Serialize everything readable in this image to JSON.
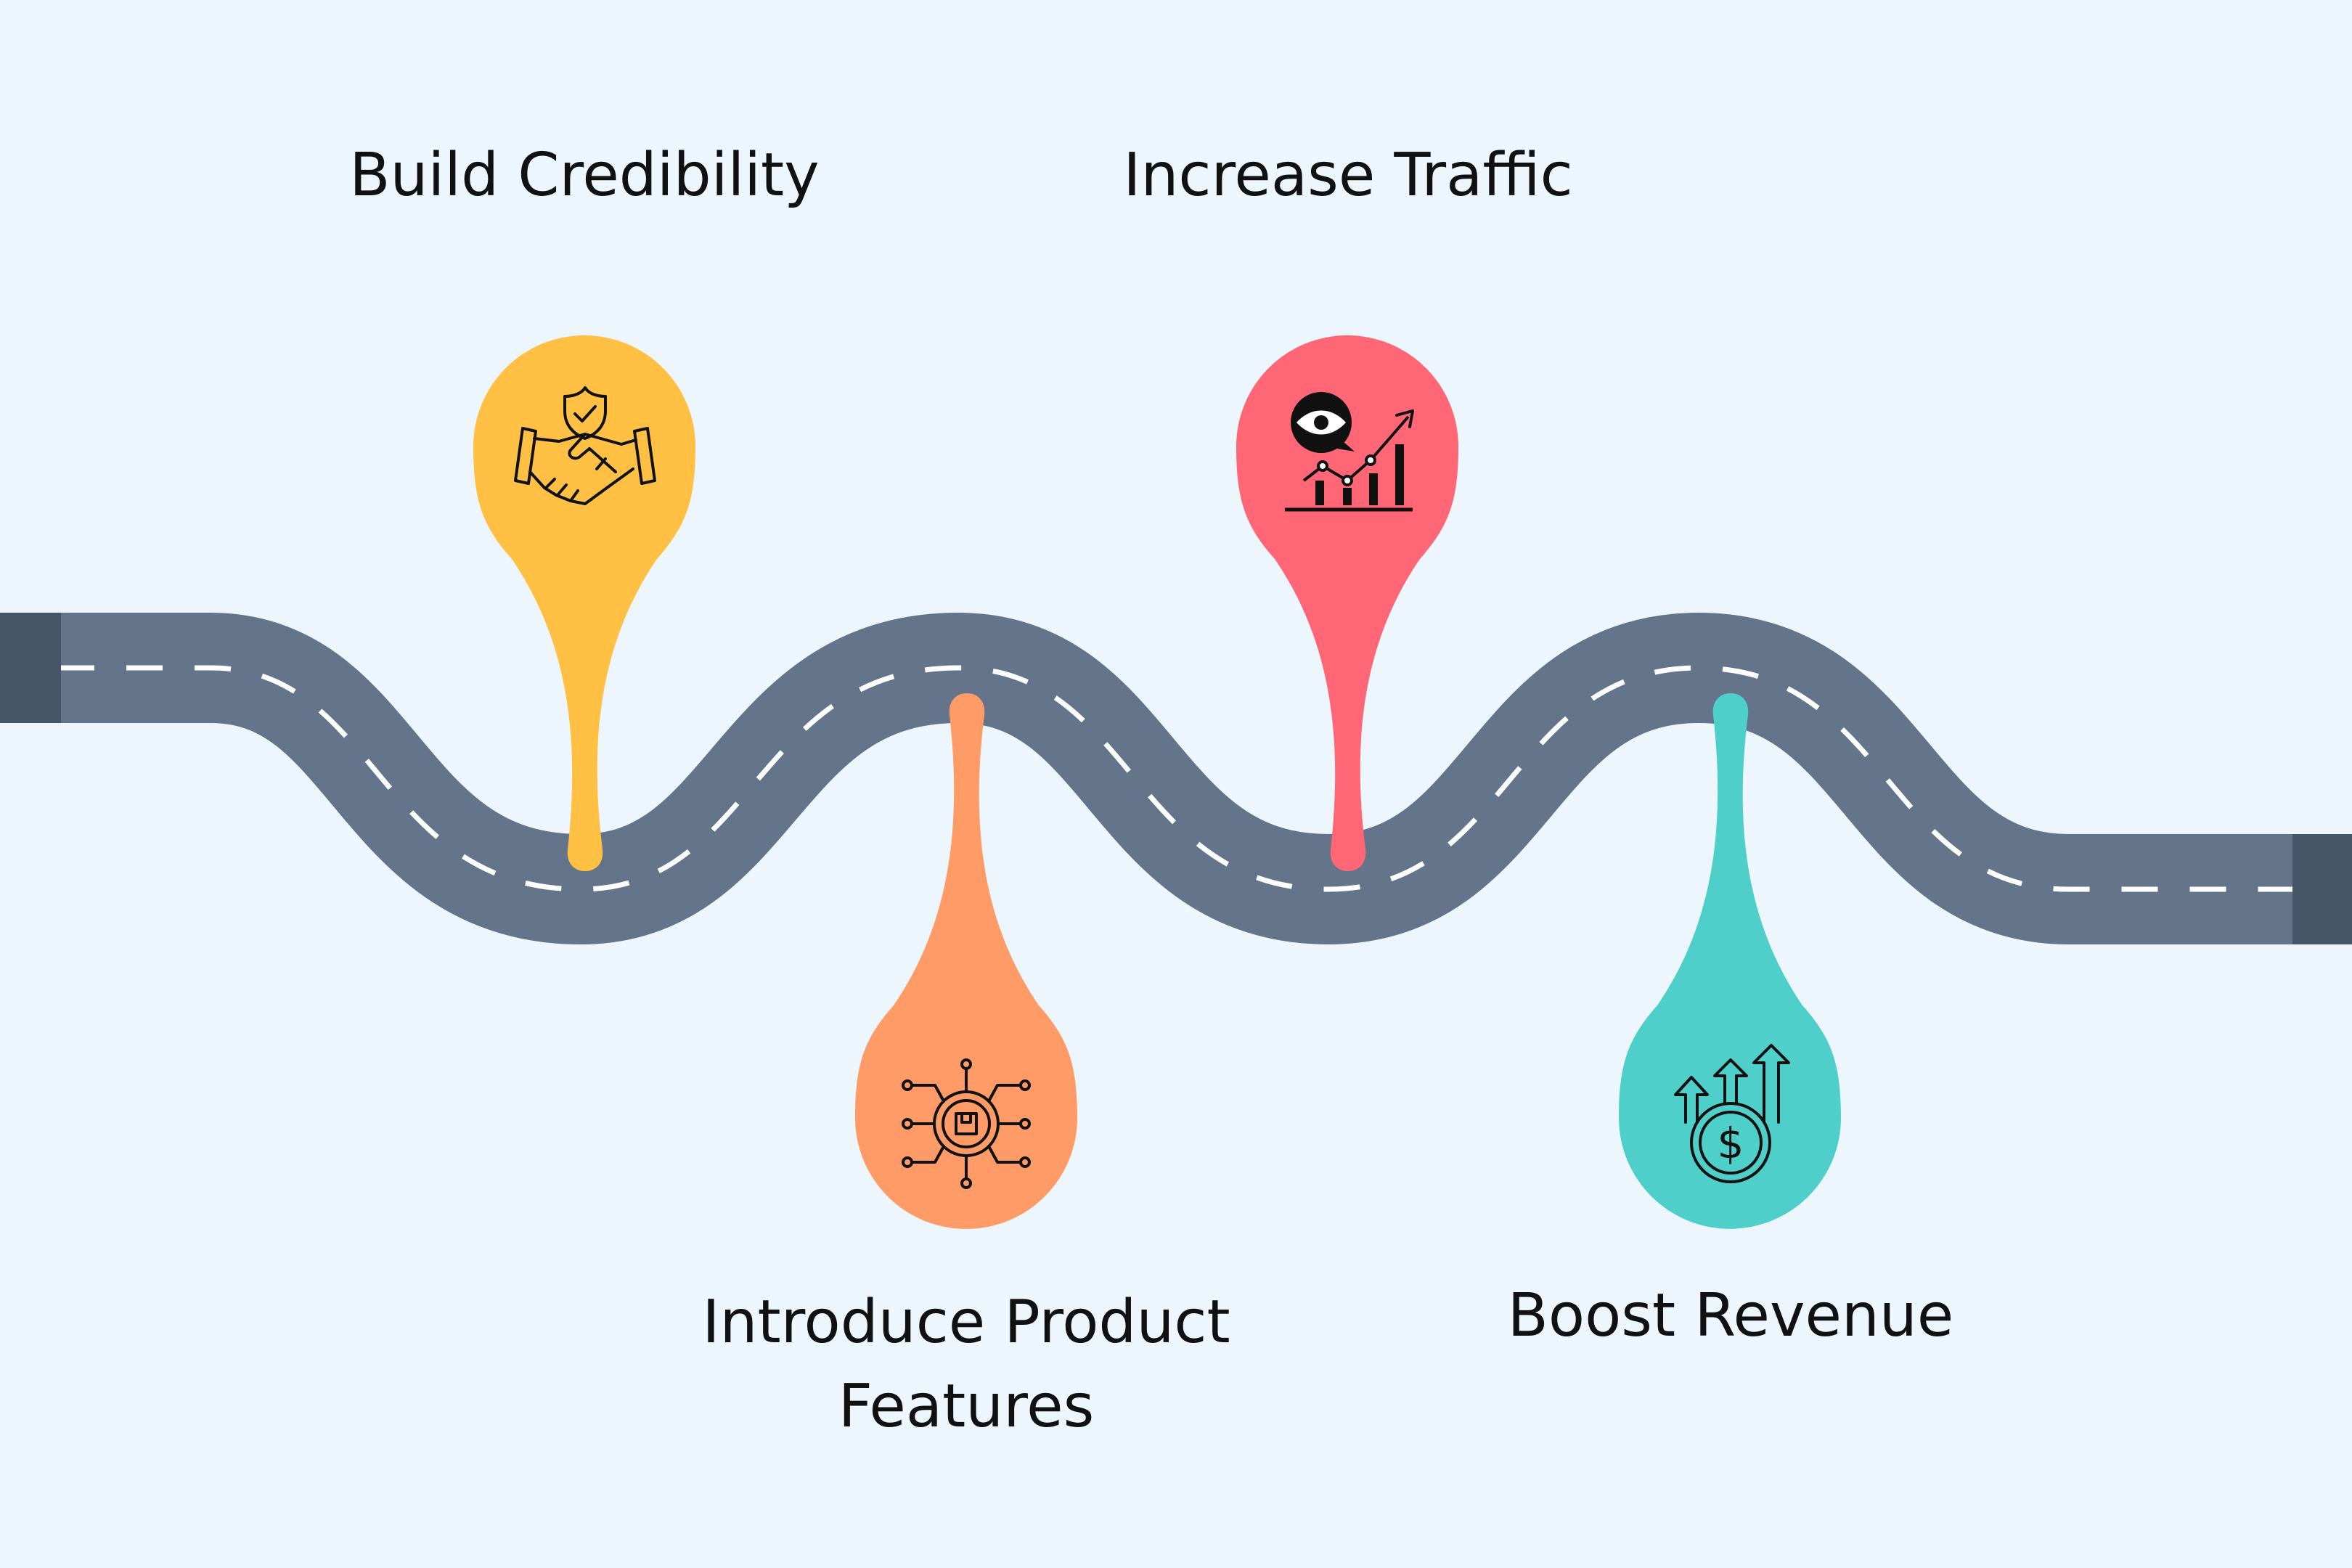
{
  "colors": {
    "background": "#eef6fd",
    "road": "#64748b",
    "road_end": "#475569",
    "lane_marking": "#ffffff",
    "icon_stroke": "#111111"
  },
  "steps": [
    {
      "label": "Build Credibility",
      "color": "#ffc043",
      "icon": "handshake-shield-icon"
    },
    {
      "label": "Introduce Product Features",
      "color": "#ff9b66",
      "icon": "gear-network-box-icon"
    },
    {
      "label": "Increase Traffic",
      "color": "#ff6776",
      "icon": "eye-growth-chart-icon"
    },
    {
      "label": "Boost Revenue",
      "color": "#4fcfca",
      "icon": "dollar-coin-arrows-icon"
    }
  ]
}
